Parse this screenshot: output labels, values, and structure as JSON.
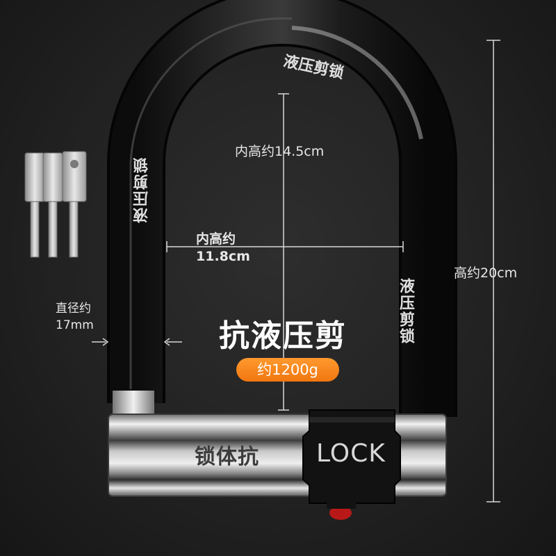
{
  "dimensions": {
    "inner_height": "内高约14.5cm",
    "inner_width_line1": "内高约",
    "inner_width_line2": "11.8cm",
    "outer_height": "高约20cm",
    "diameter_line1": "直径约",
    "diameter_line2": "17mm"
  },
  "headline": "抗液压剪",
  "weight_badge": "约1200g",
  "shackle_print": "液压剪锁",
  "body_print": "锁体抗",
  "lock_label": "LOCK",
  "colors": {
    "accent": "#f07610",
    "background": "#222222",
    "shackle": "#1a1a1a",
    "chrome": "#b8b8b8"
  }
}
